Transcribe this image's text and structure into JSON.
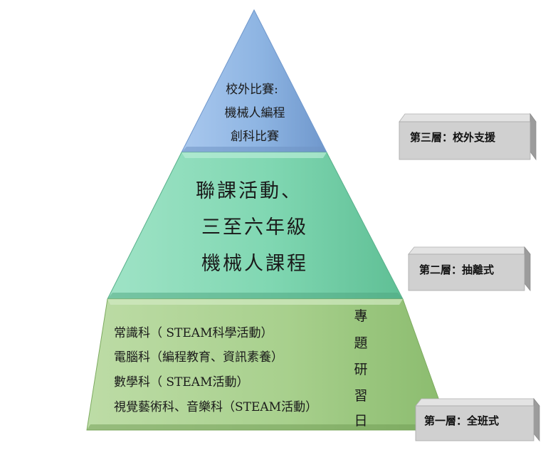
{
  "colors": {
    "top_tier": "#8db4e2",
    "top_tier_dark": "#5f89bd",
    "middle_tier": "#7fd6b1",
    "middle_tier_dark": "#4eae85",
    "base_tier": "#a8d08d",
    "base_tier_dark": "#76a85b",
    "label_box_front": "#d0d0d0",
    "label_box_top": "#e6e6e6",
    "label_box_side": "#9e9e9e"
  },
  "pyramid": {
    "top": {
      "lines": [
        "校外比賽:",
        "機械人編程",
        "創科比賽"
      ]
    },
    "middle": {
      "lines": [
        "聯課活動、",
        "三至六年級",
        "機械人課程"
      ]
    },
    "base": {
      "lines": [
        "常識科（ STEAM科學活動）",
        "電腦科（編程教育、資訊素養）",
        "數學科（ STEAM活動）",
        "視覺藝術科、音樂科（STEAM活動）"
      ],
      "side_chars": [
        "專",
        "題",
        "研",
        "習",
        "日"
      ]
    }
  },
  "labels": {
    "layer3": "第三層：校外支援",
    "layer2": "第二層：抽離式",
    "layer1": "第一層：全班式"
  }
}
